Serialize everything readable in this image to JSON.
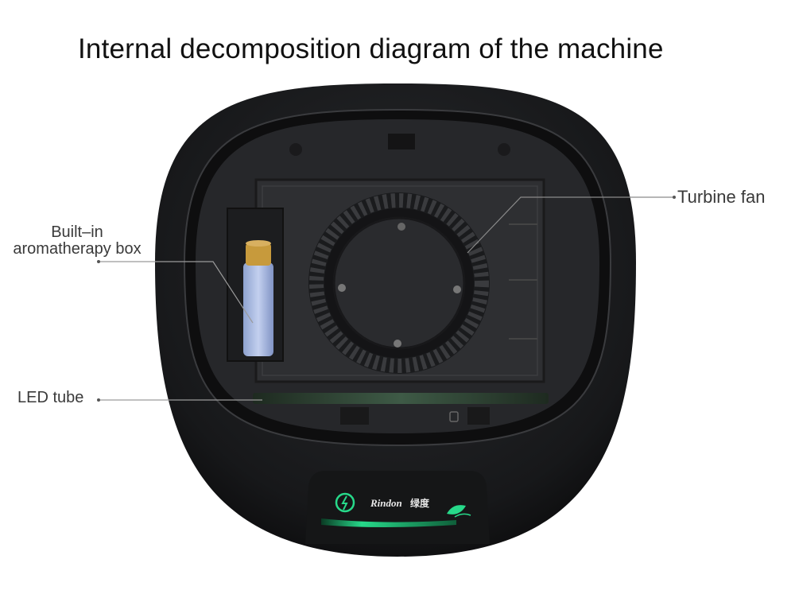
{
  "diagram": {
    "title": "Internal decomposition diagram of the machine",
    "labels": {
      "turbine_fan": "Turbine fan",
      "aroma_line1": "Built–in",
      "aroma_line2": "aromatherapy box",
      "led_tube": "LED tube"
    },
    "brand": {
      "name": "Rindon",
      "cn": "绿度"
    },
    "icons": [
      "power-icon",
      "leaf-icon"
    ],
    "colors": {
      "shell": "#1b1c1e",
      "inner": "#2b2c2f",
      "accent_green": "#27d98a",
      "vial": "#aebfe0",
      "cork": "#c79a3c"
    }
  }
}
